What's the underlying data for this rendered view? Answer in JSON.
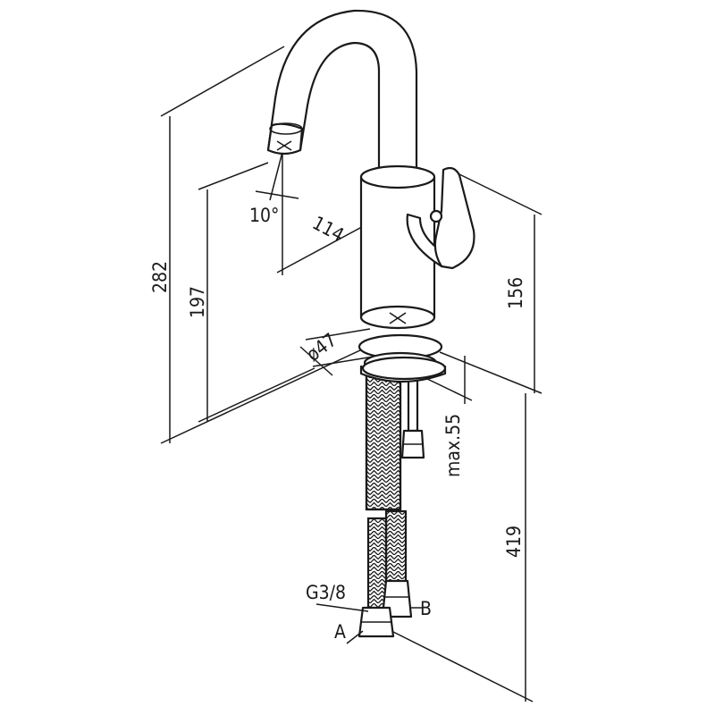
{
  "labels": {
    "angle": "10°",
    "spout_reach": "114",
    "total_height": "282",
    "spout_height": "197",
    "handle_height": "156",
    "diameter": "ø47",
    "max_thickness": "max.55",
    "hose_length": "419",
    "thread": "G3/8",
    "hose_a": "A",
    "hose_b": "B"
  },
  "colors": {
    "line": "#1a1a1a",
    "background": "#ffffff"
  }
}
